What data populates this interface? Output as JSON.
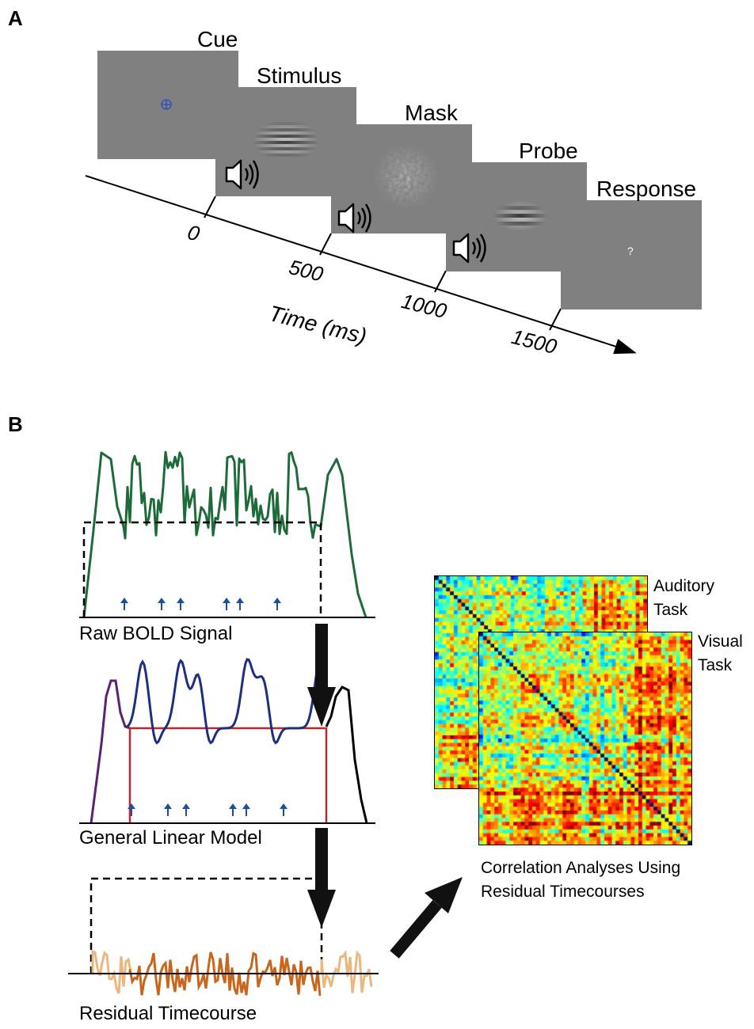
{
  "panels": {
    "a": "A",
    "b": "B"
  },
  "timeline": {
    "frames": [
      {
        "title": "Cue",
        "content": "cue-fixation"
      },
      {
        "title": "Stimulus",
        "content": "grating-with-sound"
      },
      {
        "title": "Mask",
        "content": "noise-mask-with-sound"
      },
      {
        "title": "Probe",
        "content": "grating-with-sound"
      },
      {
        "title": "Response",
        "content": "?"
      }
    ],
    "ticks": [
      "0",
      "500",
      "1000",
      "1500"
    ],
    "axis_label": "Time (ms)",
    "icons": [
      "speaker-icon",
      "fixation-cross-icon"
    ],
    "colors": {
      "screen": "#808080",
      "cue": "#3a52b0"
    }
  },
  "pipeline": {
    "raw": "Raw BOLD Signal",
    "glm": "General Linear Model",
    "residual": "Residual Timecourse",
    "colors": {
      "raw": "#1e6b3a",
      "glm_fit": "#1c2f80",
      "glm_box": "#c0262c",
      "glm_left": "#5a2270",
      "residual": "#c8661d",
      "residual_light": "#e9b880",
      "arrows": "#1f4f9a"
    }
  },
  "matrices": {
    "auditory": [
      "Auditory",
      "Task"
    ],
    "visual": [
      "Visual",
      "Task"
    ],
    "caption": [
      "Correlation Analyses Using",
      "Residual Timecourses"
    ],
    "colormap": "jet"
  }
}
